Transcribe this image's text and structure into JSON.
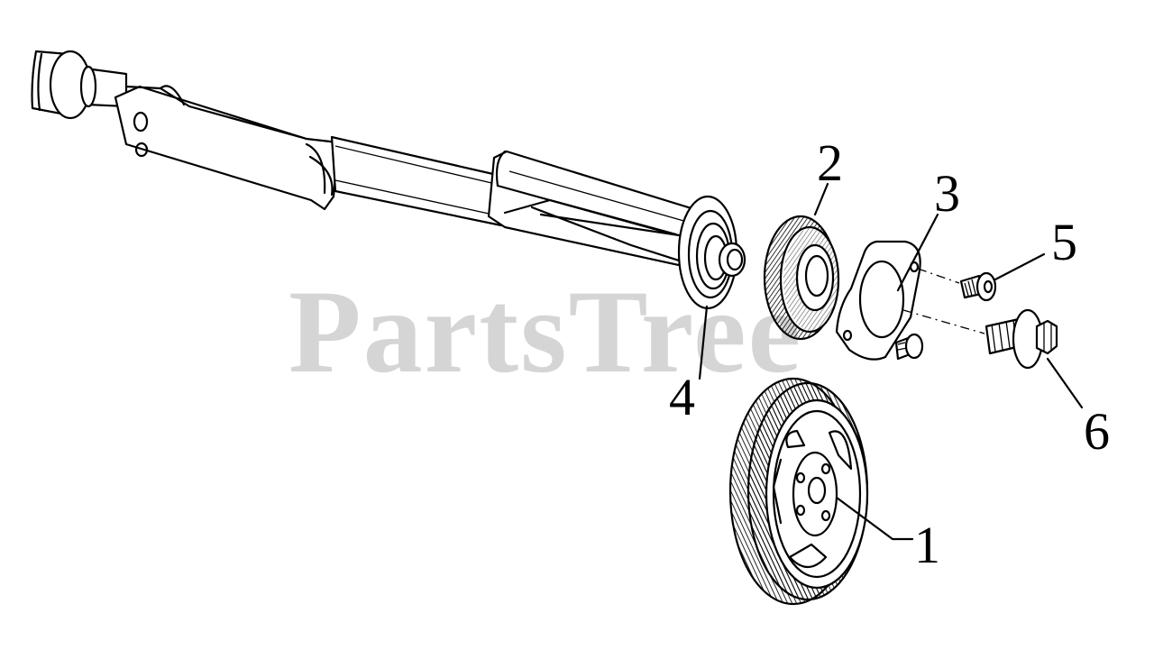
{
  "watermark": "PartsTree",
  "callouts": [
    {
      "id": "1",
      "label": "1"
    },
    {
      "id": "2",
      "label": "2"
    },
    {
      "id": "3",
      "label": "3"
    },
    {
      "id": "4",
      "label": "4"
    },
    {
      "id": "5",
      "label": "5"
    },
    {
      "id": "6",
      "label": "6"
    }
  ]
}
